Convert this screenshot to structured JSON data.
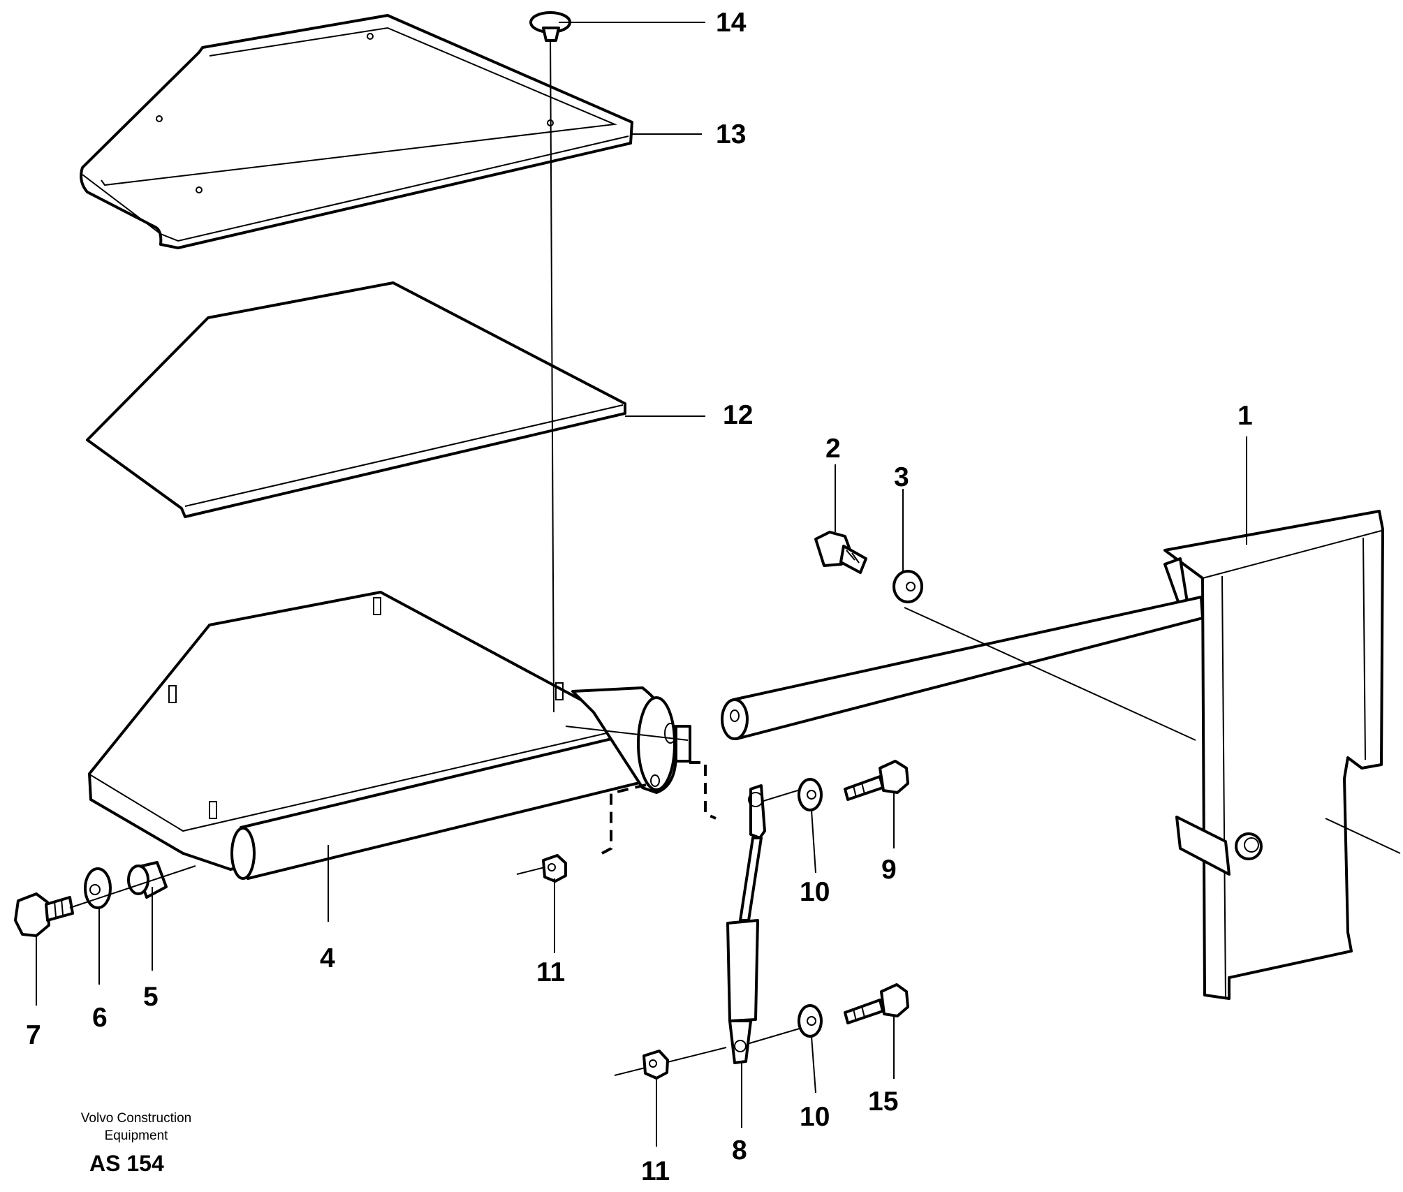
{
  "footer": {
    "company_line1": "Volvo Construction",
    "company_line2": "Equipment",
    "drawing_code": "AS 154"
  },
  "callouts": {
    "c1": "1",
    "c2": "2",
    "c3": "3",
    "c4": "4",
    "c5": "5",
    "c6": "6",
    "c7": "7",
    "c8": "8",
    "c9": "9",
    "c10a": "10",
    "c10b": "10",
    "c11a": "11",
    "c11b": "11",
    "c12": "12",
    "c13": "13",
    "c14": "14",
    "c15": "15"
  },
  "colors": {
    "line": "#000000",
    "background": "#ffffff"
  }
}
